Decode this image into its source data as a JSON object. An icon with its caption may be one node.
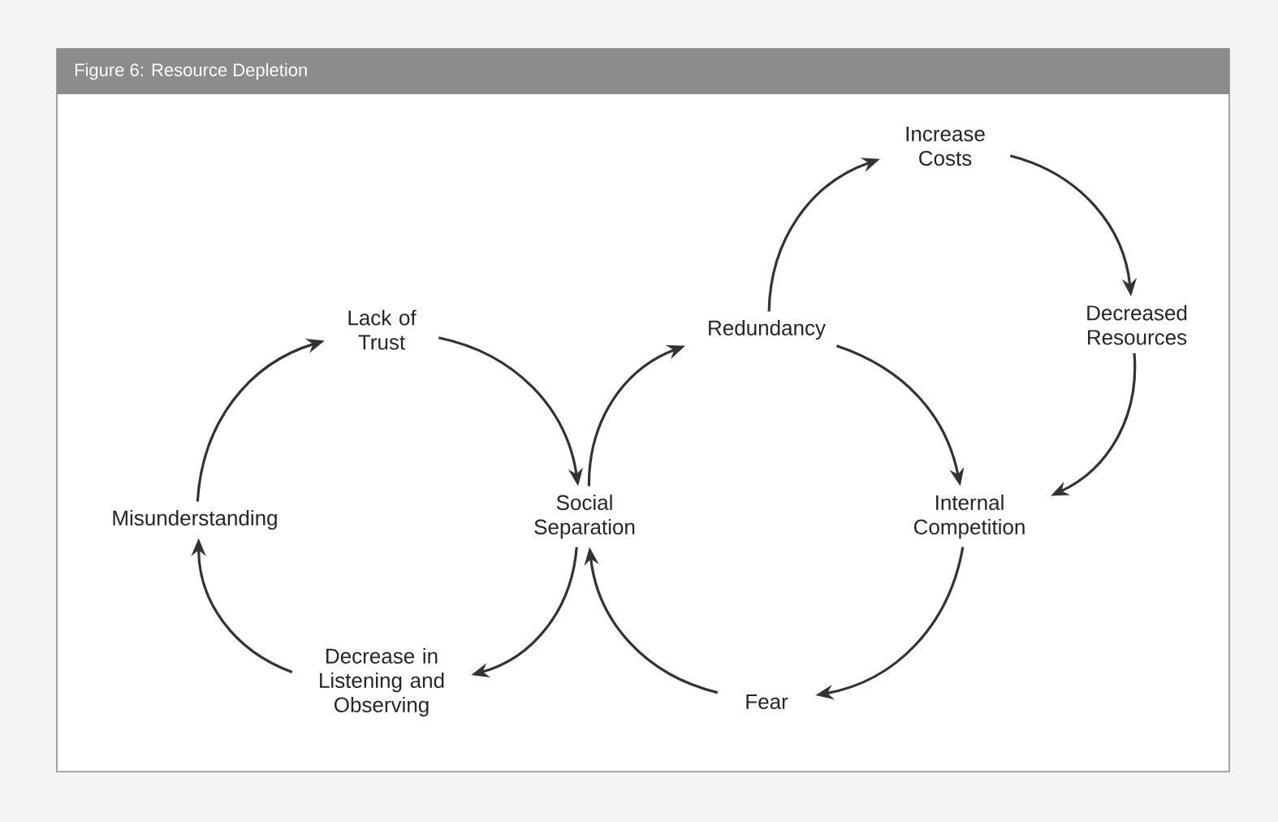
{
  "diagram": {
    "title": "Figure 6: Resource Depletion",
    "nodes": [
      {
        "text": [
          "Lack of Trust"
        ]
      },
      {
        "text": [
          "Social Separation"
        ]
      },
      {
        "text": [
          "Decrease in Listening and Observing"
        ]
      },
      {
        "text": [
          "Misunderstanding"
        ]
      },
      {
        "text": [
          "Redundancy"
        ]
      },
      {
        "text": [
          "Increase Costs"
        ]
      },
      {
        "text": [
          "Decreased Resources"
        ]
      },
      {
        "text": [
          "Internal Competition"
        ]
      },
      {
        "text": [
          "Fear"
        ]
      }
    ],
    "edges": [
      {
        "from": 3,
        "to": 0,
        "arrow": "to"
      },
      {
        "from": 0,
        "to": 1,
        "arrow": "to"
      },
      {
        "from": 1,
        "to": 2,
        "arrow": "to"
      },
      {
        "from": 2,
        "to": 3,
        "arrow": "to"
      },
      {
        "from": 1,
        "to": 4,
        "arrow": "to"
      },
      {
        "from": 4,
        "to": 5,
        "arrow": "to"
      },
      {
        "from": 5,
        "to": 6,
        "arrow": "to"
      },
      {
        "from": 6,
        "to": 7,
        "arrow": "to"
      },
      {
        "from": 4,
        "to": 7,
        "arrow": "to"
      },
      {
        "from": 7,
        "to": 8,
        "arrow": "to"
      },
      {
        "from": 8,
        "to": 1,
        "arrow": "to"
      }
    ]
  }
}
